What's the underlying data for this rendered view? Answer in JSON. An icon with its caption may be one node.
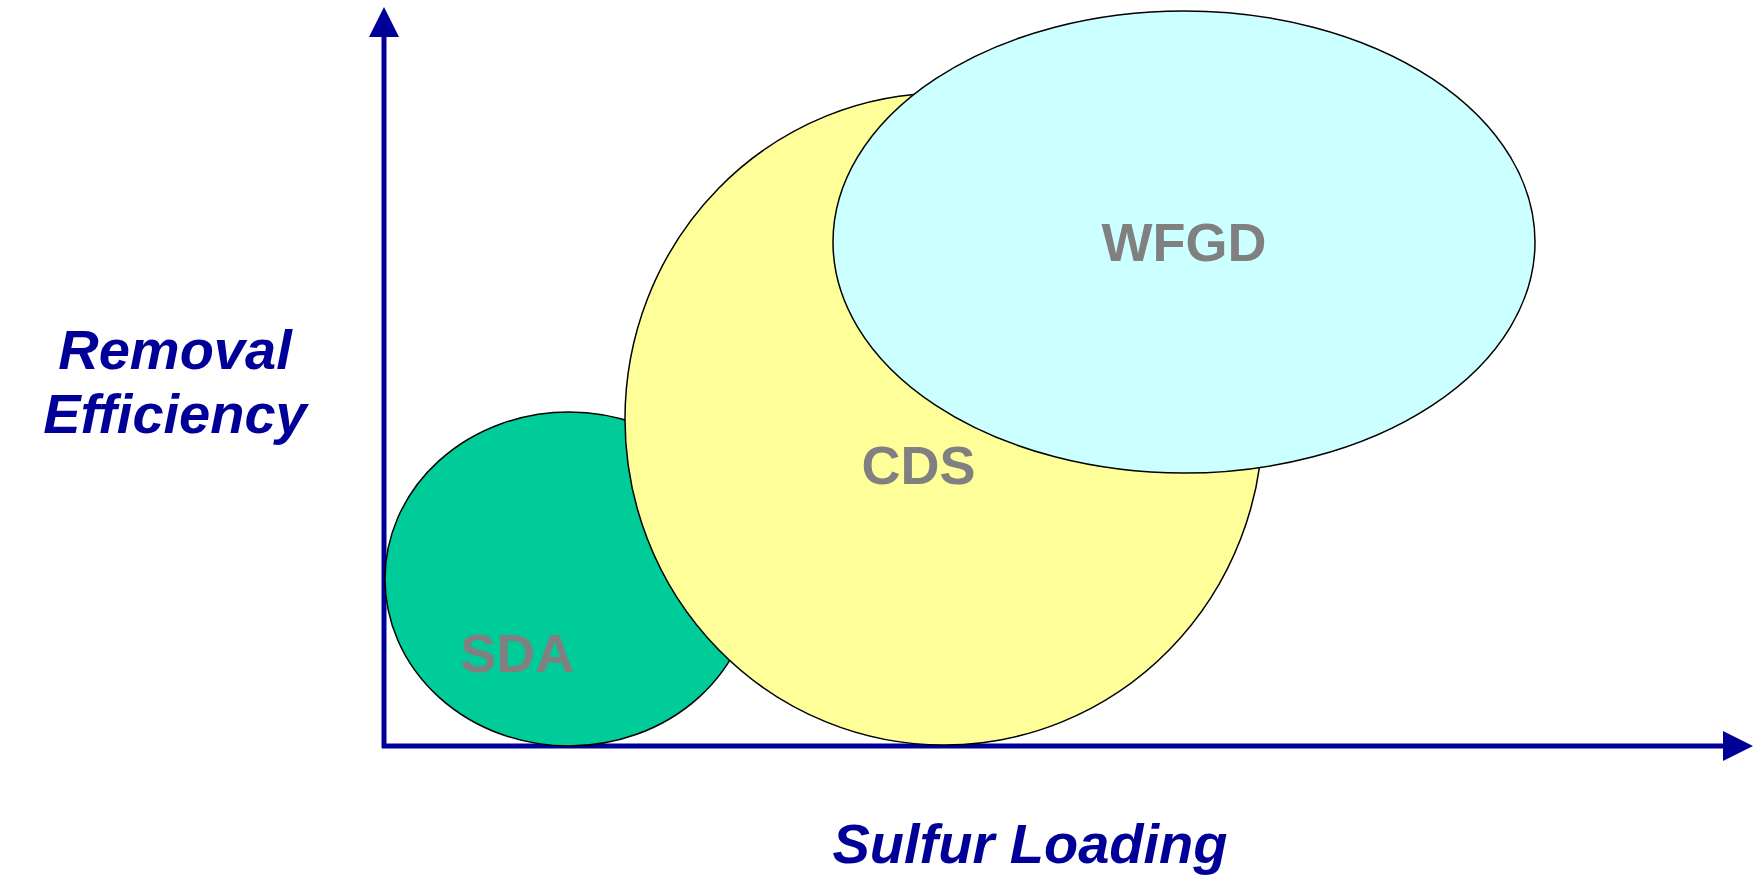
{
  "diagram": {
    "nodes": [
      {
        "text": [
          "SDA"
        ]
      },
      {
        "text": [
          "CDS"
        ]
      },
      {
        "text": [
          "WFGD"
        ]
      }
    ],
    "edges": [],
    "labels": [
      "Removal Efficiency",
      "Sulfur Loading"
    ]
  }
}
